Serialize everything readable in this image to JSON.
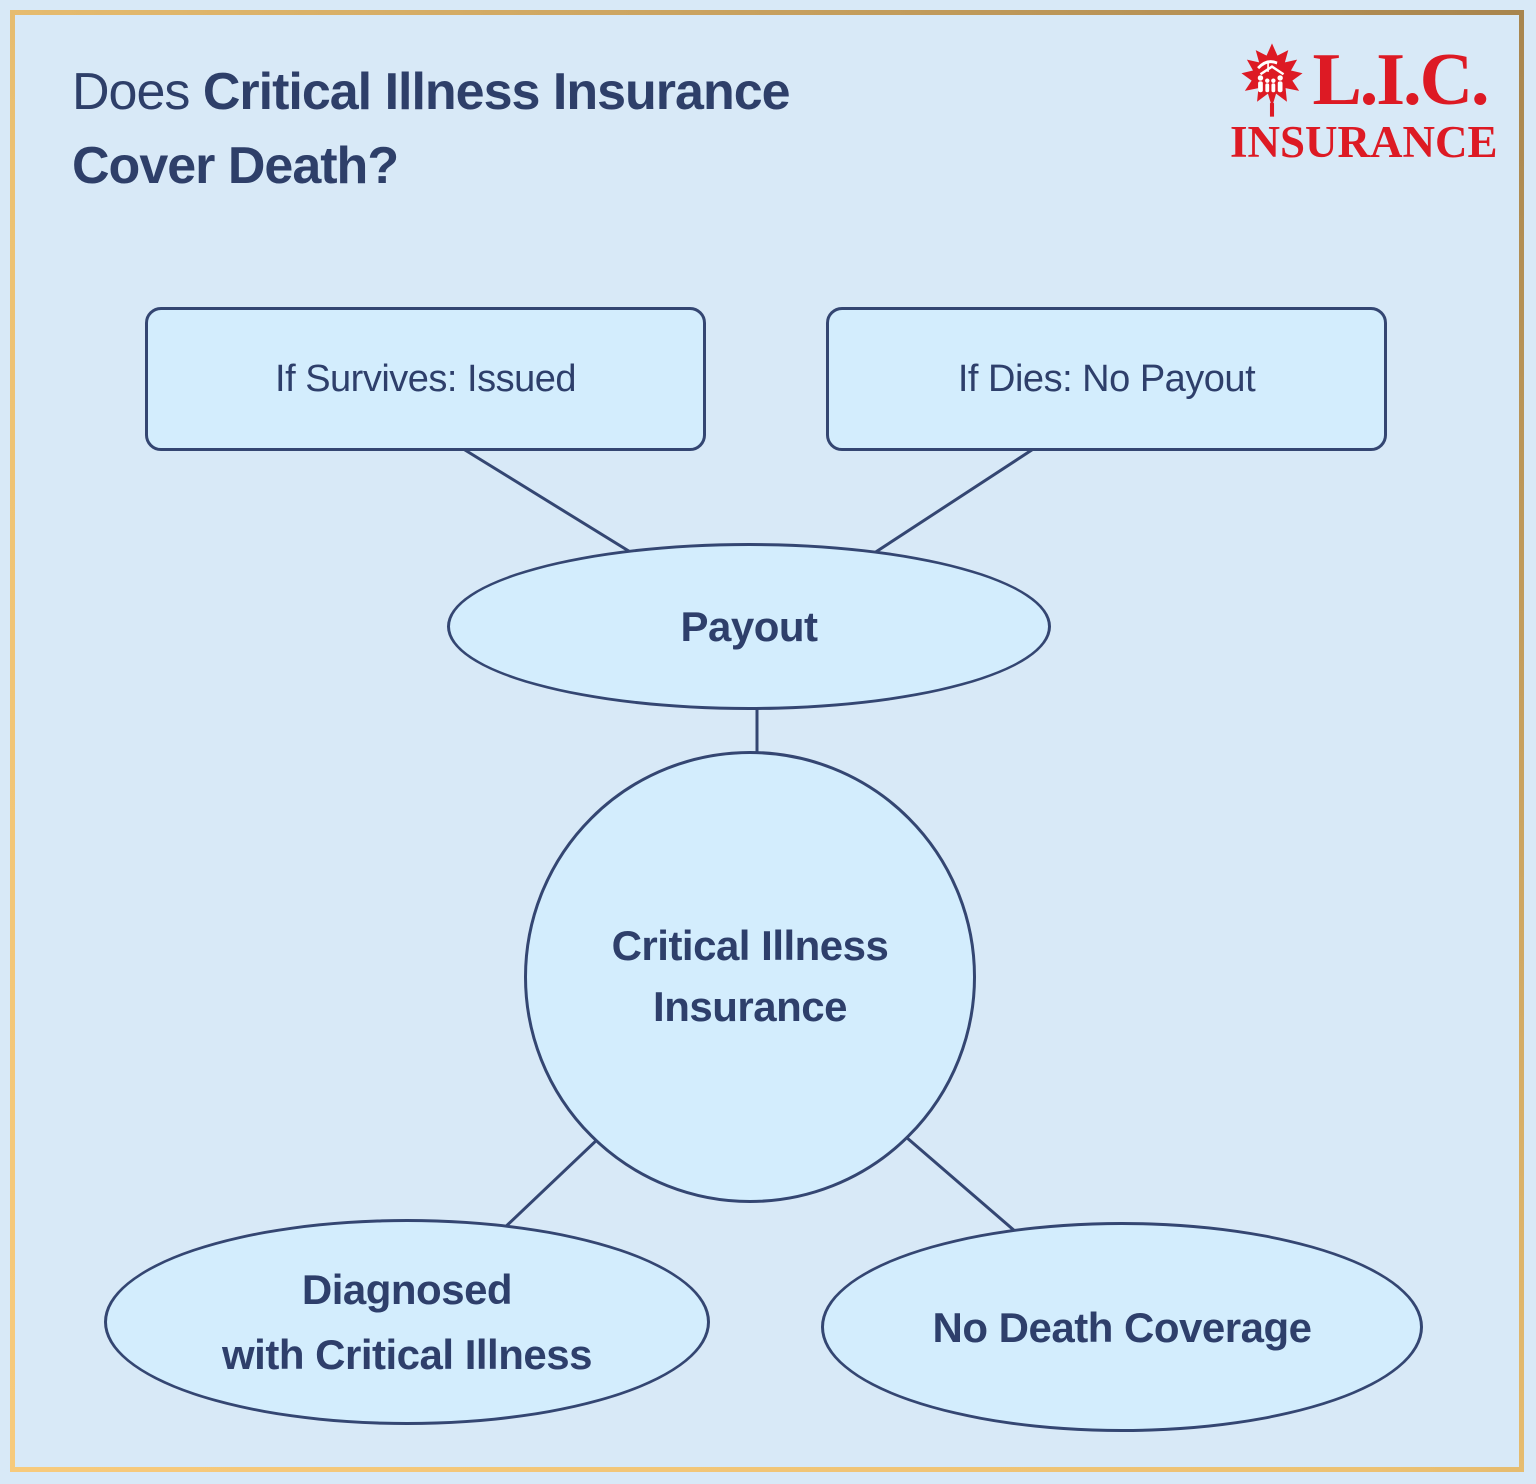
{
  "header": {
    "title": {
      "prefix": "Does ",
      "emphasis": "Critical Illness Insurance",
      "line2": "Cover Death?"
    },
    "logo": {
      "name": "L.I.C.",
      "subtitle": "INSURANCE",
      "icon": "maple-leaf-family-icon",
      "color": "#dd1a24"
    }
  },
  "diagram": {
    "box_survives": {
      "label": "If Survives: Issued"
    },
    "box_dies": {
      "label": "If Dies: No Payout"
    },
    "ellipse_payout": {
      "label": "Payout"
    },
    "circle_main": {
      "line1": "Critical Illness",
      "line2": "Insurance"
    },
    "ellipse_diagnosed": {
      "line1": "Diagnosed",
      "line2": "with Critical Illness"
    },
    "ellipse_no_death": {
      "label": "No Death Coverage"
    }
  },
  "colors": {
    "background": "#d8e9f7",
    "shape_fill": "#d3edfd",
    "stroke": "#344672",
    "text": "#2e3f6b",
    "title_text": "#2e3f69",
    "logo_red": "#dd1a24",
    "border_gold_light": "#f7ca7c",
    "border_gold_dark": "#a8854e"
  }
}
